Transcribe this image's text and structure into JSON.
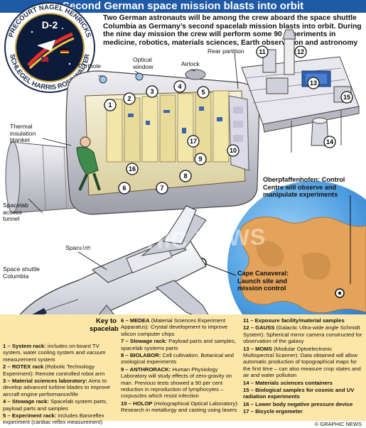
{
  "title": "Second German space mission blasts into orbit",
  "intro": "Two German astronauts will be among the crew aboard the space shuttle Columbia as Germany’s second spacelab mission blasts into orbit. During the nine day mission the crew will perform some 90 experiments in medicine, robotics, materials sciences, Earth observation and astronomy",
  "patch": {
    "center": "D-2",
    "top_names": "PRECOURT NAGEL HENRICKS",
    "bottom_names": "SCHLEGEL HARRIS ROSS WALTER"
  },
  "callouts": {
    "porthole": "Porthole",
    "optical_window": "Optical window",
    "airlock": "Airlock",
    "rear_partition": "Rear partition",
    "thermal_blanket": "Thermal insulation blanket",
    "access_tunnel": "Spacelab access tunnel",
    "spacelab": "Spacelab",
    "shuttle": "Space shuttle Columbia",
    "oberpfaffenhofen": "Oberpfaffenhofen: Control Centre will observe and manipulate experiments",
    "cape": "Cape Canaveral: Launch site and mission control"
  },
  "numbers": [
    "1",
    "2",
    "3",
    "4",
    "5",
    "6",
    "7",
    "8",
    "9",
    "10",
    "11",
    "12",
    "13",
    "14",
    "15",
    "16",
    "17"
  ],
  "key": {
    "title": "Key to spacelab",
    "items": [
      {
        "n": "1 – System rack:",
        "t": " includes on-board TV system, water cooling system and vacuum measurement system"
      },
      {
        "n": "2 – ROTEX rack",
        "t": " (Robotic Technology Experiment): Remote controlled robot arm"
      },
      {
        "n": "3 – Material sciences laboratory:",
        "t": " Aims to develop advanced turbine blades to improve aircraft engine performance/life"
      },
      {
        "n": "4 – Stowage rack:",
        "t": " Spacelab system parts, payload parts and samples"
      },
      {
        "n": "5 – Experiment rack:",
        "t": " includes Baroreflex experiment (cardiac reflex measurement)"
      },
      {
        "n": "6 – MEDEA",
        "t": " (Material Sciences Experiment Apparatus): Crystal development to improve silicon computer chips"
      },
      {
        "n": "7 – Stowage rack:",
        "t": " Payload parts and samples, spacelab systems parts"
      },
      {
        "n": "8 – BIOLABOR:",
        "t": " Cell cultivation. Botanical and zoological experiments"
      },
      {
        "n": "9 – ANTHRORACK:",
        "t": " Human Physiology Laboratory will study effects of zero-gravity on man. Previous tests showed a 90 per cent reduction in reproduction of lymphocytes – corpuscles which resist infection"
      },
      {
        "n": "10 – HOLOP",
        "t": " (Holographical Optical Laboratory): Research in metallurgy and casting using lasers"
      },
      {
        "n": "11 – Exposure facility/material samples",
        "t": ""
      },
      {
        "n": "12 – GAUSS",
        "t": " (Galactic Ultra-wide angle Schmidt System): Spherical mirror camera constructed for observation of the galaxy"
      },
      {
        "n": "13 – MOMS",
        "t": " (Modular Optoelectronic Multispectral Scanner): Data obtained will allow automatic production of topographical maps for the first time – can also measure crop states and air and water pollution"
      },
      {
        "n": "14 – Materials sciences containers",
        "t": ""
      },
      {
        "n": "15 – Biological samples for cosmic and UV radiation experiments",
        "t": ""
      },
      {
        "n": "16 – Lower body negative pressure device",
        "t": ""
      },
      {
        "n": "17 – Bicycle ergometer",
        "t": ""
      }
    ]
  },
  "watermark": "GRAPHIC NEWS",
  "credit": "© GRAPHIC NEWS",
  "colors": {
    "title_bar": "#1f5aa6",
    "key_bg": "#fde7a8",
    "earth": "#3d8fd6",
    "land": "#e3a35a",
    "module": "#d7d7de"
  }
}
